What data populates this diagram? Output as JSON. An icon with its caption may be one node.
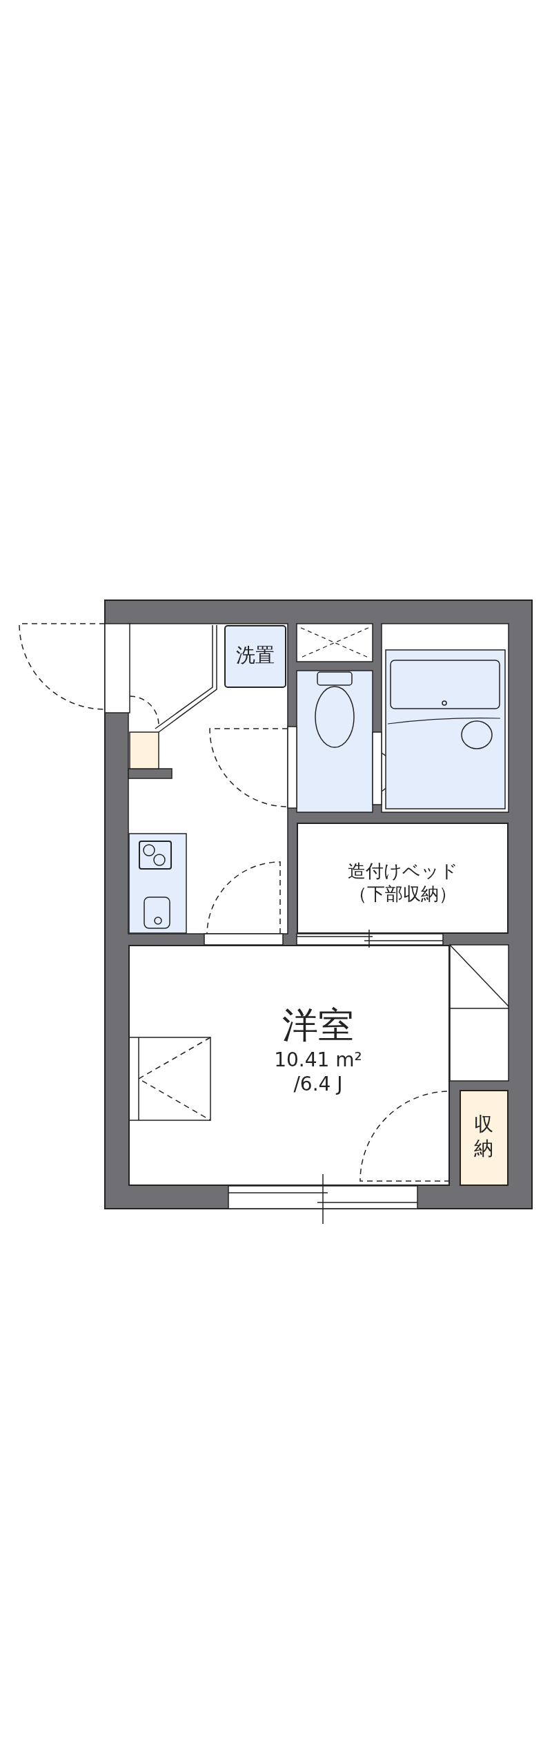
{
  "diagram": {
    "nodes": [
      {
        "text": [
          "洗置"
        ]
      },
      {
        "text": [
          "造付けベッド",
          "（下部収納）"
        ]
      },
      {
        "text": [
          "洋室",
          "10.41 m²",
          "/6.4 J"
        ]
      },
      {
        "text": [
          "収納"
        ]
      }
    ]
  }
}
